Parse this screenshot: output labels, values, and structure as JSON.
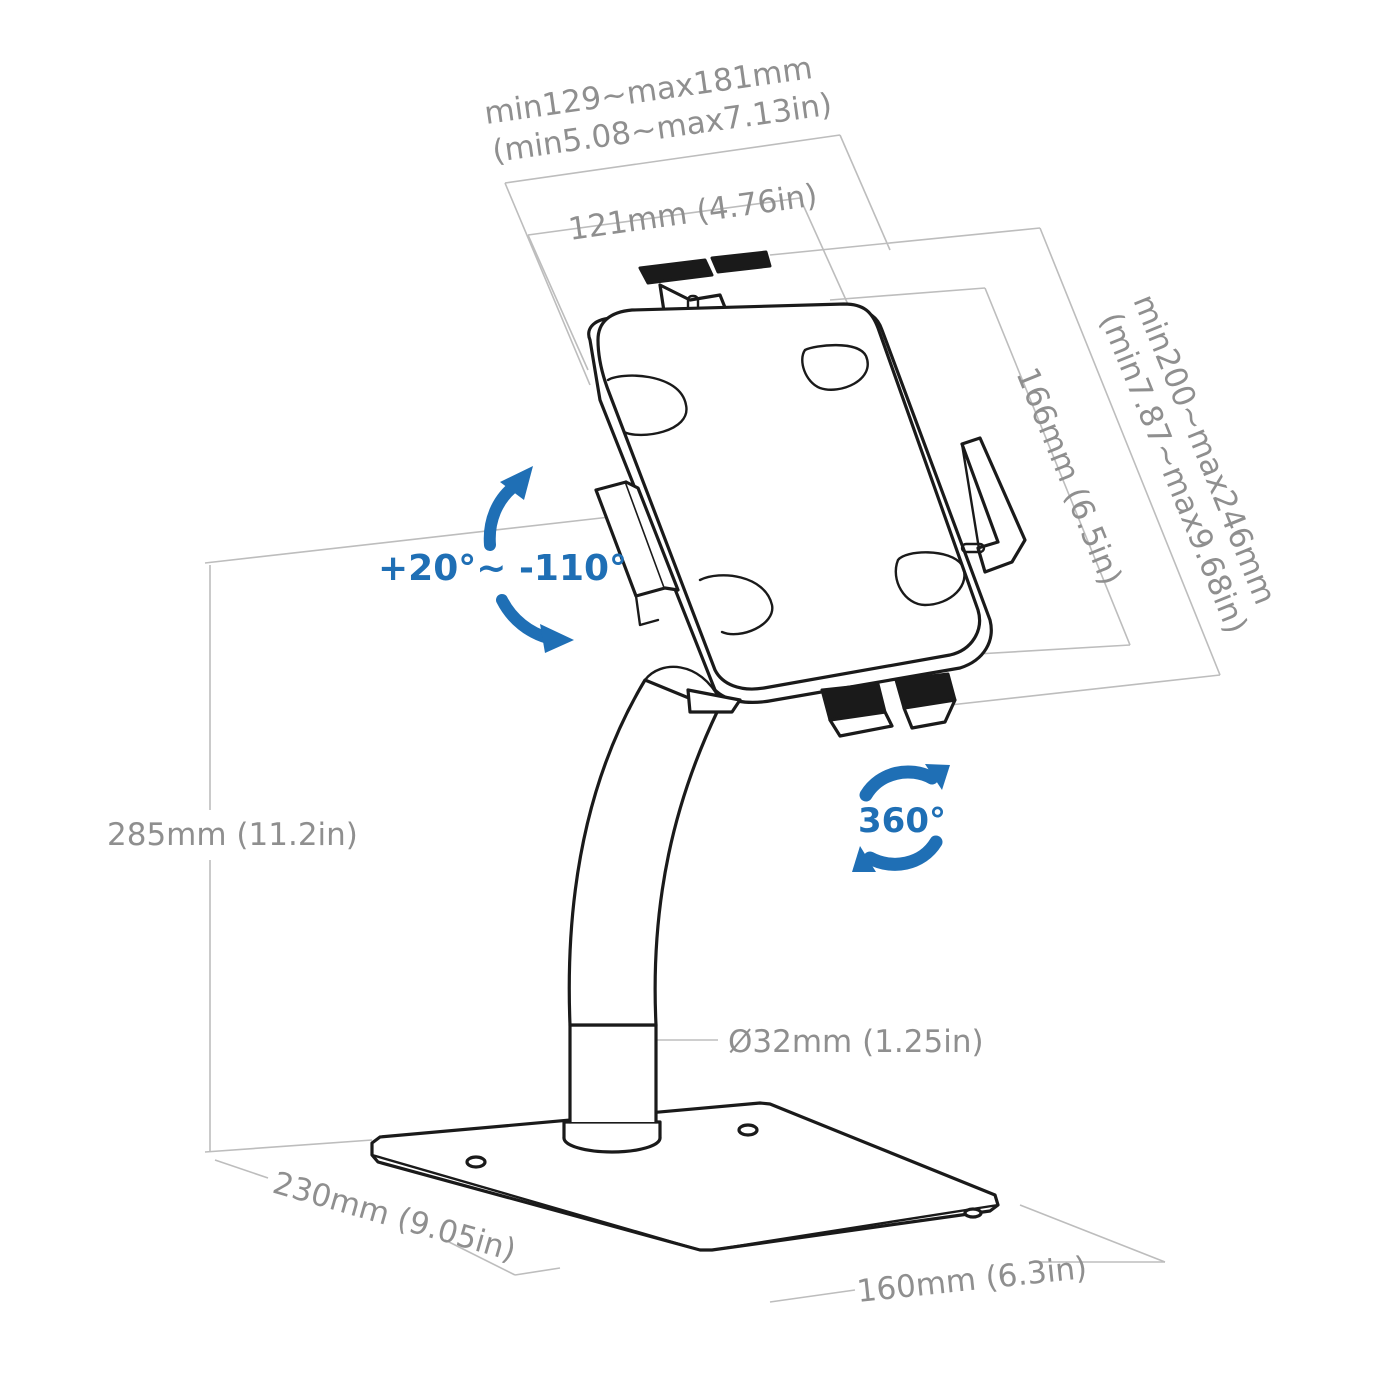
{
  "colors": {
    "accent": "#1f6fb5",
    "dimension_text": "#8f8f8f",
    "line_art": "#1a1a1a"
  },
  "dimensions": {
    "clamp_width_range_mm": "min129~max181mm",
    "clamp_width_range_in": "(min5.08~max7.13in)",
    "holder_width": "121mm (4.76in)",
    "holder_height": "166mm (6.5in)",
    "clamp_height_range_mm": "min200~max246mm",
    "clamp_height_range_in": "(min7.87~max9.68in)",
    "total_height": "285mm (11.2in)",
    "pole_diameter": "Ø32mm (1.25in)",
    "base_depth": "230mm (9.05in)",
    "base_width": "160mm (6.3in)"
  },
  "features": {
    "tilt_range": "+20°~ -110°",
    "rotation": "360°"
  },
  "icons": {
    "tilt": "curved-double-arrow-icon",
    "rotation": "rotate-360-icon"
  }
}
